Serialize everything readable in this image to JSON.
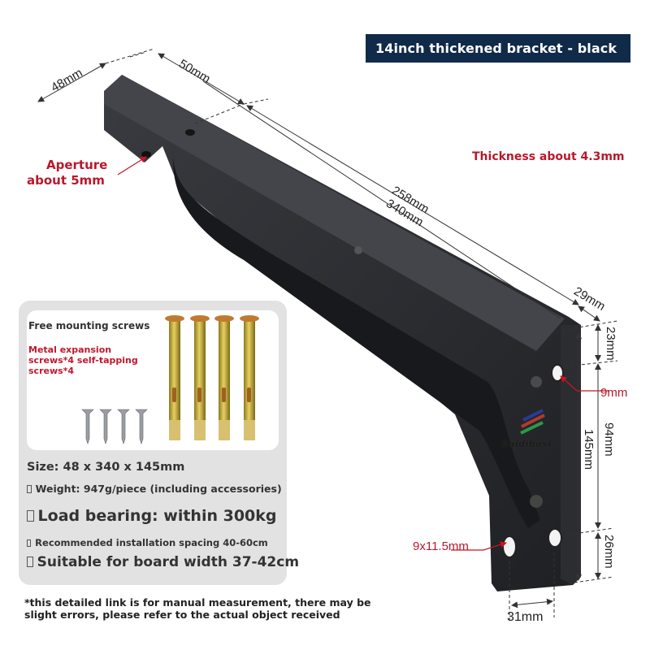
{
  "title_banner": "14inch thickened bracket - black",
  "product": {
    "color": "#2a2b2f",
    "banner_color": "#102a4a",
    "annotation_color": "#b8192b"
  },
  "dimensions": {
    "width_48": "48mm",
    "offset_50": "50mm",
    "span_258": "258mm",
    "length_340": "340mm",
    "corner_29": "29mm",
    "top_hole_23": "23mm",
    "hole_spacing_94": "94mm",
    "height_145": "145mm",
    "bottom_hole_26": "26mm",
    "hole_spacing_31": "31mm"
  },
  "annotations": {
    "aperture_line1": "Aperture",
    "aperture_line2": "about 5mm",
    "thickness": "Thickness about 4.3mm",
    "hole_9mm": "9mm",
    "slot_hole": "9x11.5mm"
  },
  "info_panel": {
    "screws_title": "Free mounting screws",
    "screws_desc": "Metal expansion screws*4 self-tapping screws*4",
    "size": "Size: 48 x 340 x 145mm",
    "weight": "Weight: 947g/piece (including accessories)",
    "load": "Load bearing: within 300kg",
    "spacing": "Recommended installation spacing 40-60cm",
    "board": "Suitable for board width 37-42cm"
  },
  "watermark": "Raidibosi",
  "footnote": "*this detailed link is for manual measurement, there may be slight errors, please refer to the actual object received"
}
